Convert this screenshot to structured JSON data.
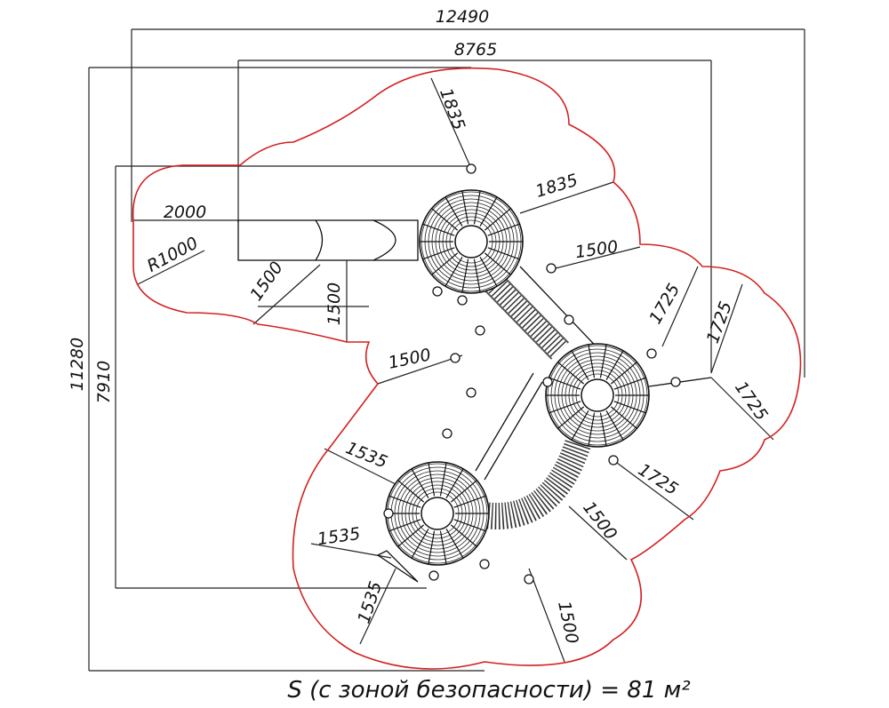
{
  "drawing": {
    "caption": "S (с зоной безопасности) = 81 м²",
    "dimensions": [
      "12490",
      "8765",
      "11280",
      "7910",
      "2000",
      "R1000",
      "1500",
      "1500",
      "1500",
      "1835",
      "1835",
      "1500",
      "1725",
      "1725",
      "1725",
      "1725",
      "1535",
      "1535",
      "1535",
      "1500",
      "1500"
    ],
    "colors": {
      "safety_zone": "#d42020",
      "lines": "#111111"
    }
  }
}
